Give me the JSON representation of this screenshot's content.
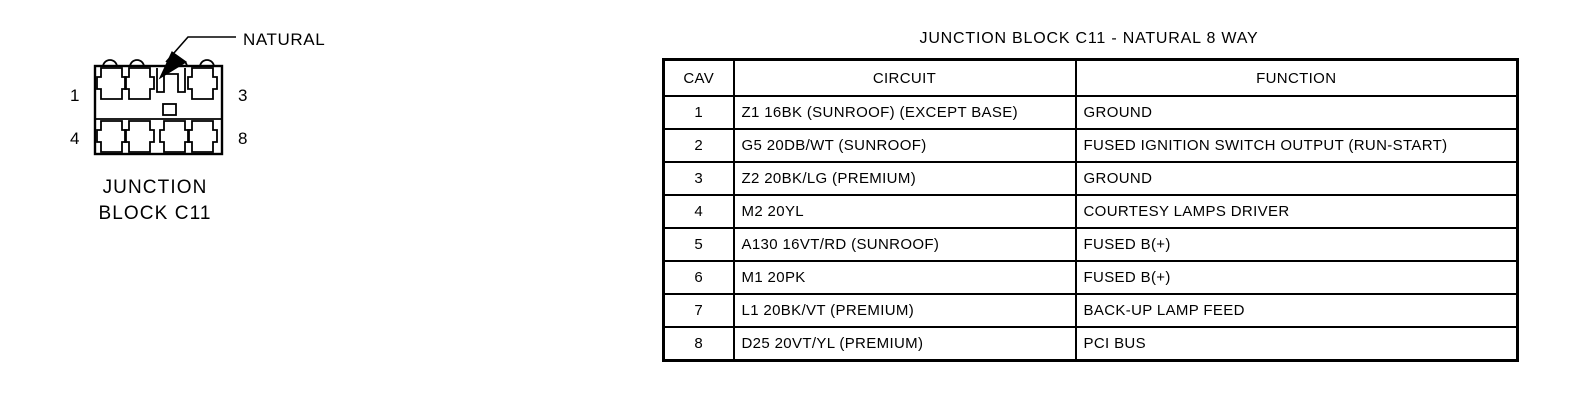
{
  "figure": {
    "callout_label": "NATURAL",
    "caption_line1": "JUNCTION",
    "caption_line2": "BLOCK C11",
    "pin_labels": {
      "top_left": "1",
      "top_right": "3",
      "bottom_left": "4",
      "bottom_right": "8"
    },
    "connector_color": "NATURAL",
    "cavity_count": 8,
    "line_color": "#000000"
  },
  "table": {
    "title": "JUNCTION BLOCK C11 - NATURAL 8 WAY",
    "headers": [
      "CAV",
      "CIRCUIT",
      "FUNCTION"
    ],
    "rows": [
      {
        "cav": "1",
        "circuit": "Z1  16BK (SUNROOF) (EXCEPT BASE)",
        "function": "GROUND"
      },
      {
        "cav": "2",
        "circuit": "G5 20DB/WT (SUNROOF)",
        "function": "FUSED IGNITION SWITCH OUTPUT (RUN-START)"
      },
      {
        "cav": "3",
        "circuit": "Z2 20BK/LG (PREMIUM)",
        "function": "GROUND"
      },
      {
        "cav": "4",
        "circuit": "M2  20YL",
        "function": "COURTESY LAMPS DRIVER"
      },
      {
        "cav": "5",
        "circuit": "A130 16VT/RD (SUNROOF)",
        "function": "FUSED B(+)"
      },
      {
        "cav": "6",
        "circuit": "M1  20PK",
        "function": "FUSED B(+)"
      },
      {
        "cav": "7",
        "circuit": "L1 20BK/VT (PREMIUM)",
        "function": "BACK-UP LAMP FEED"
      },
      {
        "cav": "8",
        "circuit": "D25 20VT/YL (PREMIUM)",
        "function": "PCI BUS"
      }
    ]
  }
}
